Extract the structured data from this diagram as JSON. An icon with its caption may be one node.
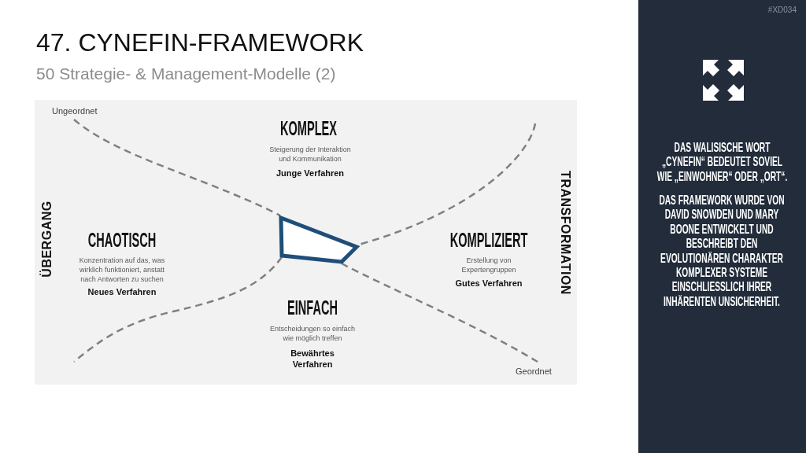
{
  "diagram": {
    "title": "47. CYNEFIN-FRAMEWORK",
    "nodes": [
      {
        "text": [
          "Ungeordnet",
          "KOMPLEX",
          "Steigerung der Interaktion und Kommunikation",
          "Junge Verfahren",
          "TRANSFORMATION",
          "ÜBERGANG",
          "CHAOTISCH",
          "Konzentration auf das, was wirklich funktioniert, anstatt nach Antworten zu suchen",
          "Neues Verfahren",
          "KOMPLIZIERT",
          "Erstellung von Expertengruppen",
          "Gutes Verfahren",
          "EINFACH",
          "Entscheidungen so einfach wie möglich treffen",
          "Bewährtes Verfahren",
          "Geordnet"
        ]
      },
      {
        "text": [
          "#XD034",
          "DAS WALISISCHE WORT „CYNEFIN“ BEDEUTET SOVIEL WIE „EINWOHNER“ ODER „ORT“.",
          "DAS FRAMEWORK WURDE VON DAVID SNOWDEN UND MARY BOONE ENTWICKELT UND BESCHREIBT DEN EVOLUTIONÄREN CHARAKTER KOMPLEXER SYSTEME EINSCHLIESSLICH IHRER INHÄRENTEN UNSICHERHEIT."
        ]
      }
    ],
    "labels": [
      "50 Strategie- & Management-Modelle (2)"
    ]
  }
}
